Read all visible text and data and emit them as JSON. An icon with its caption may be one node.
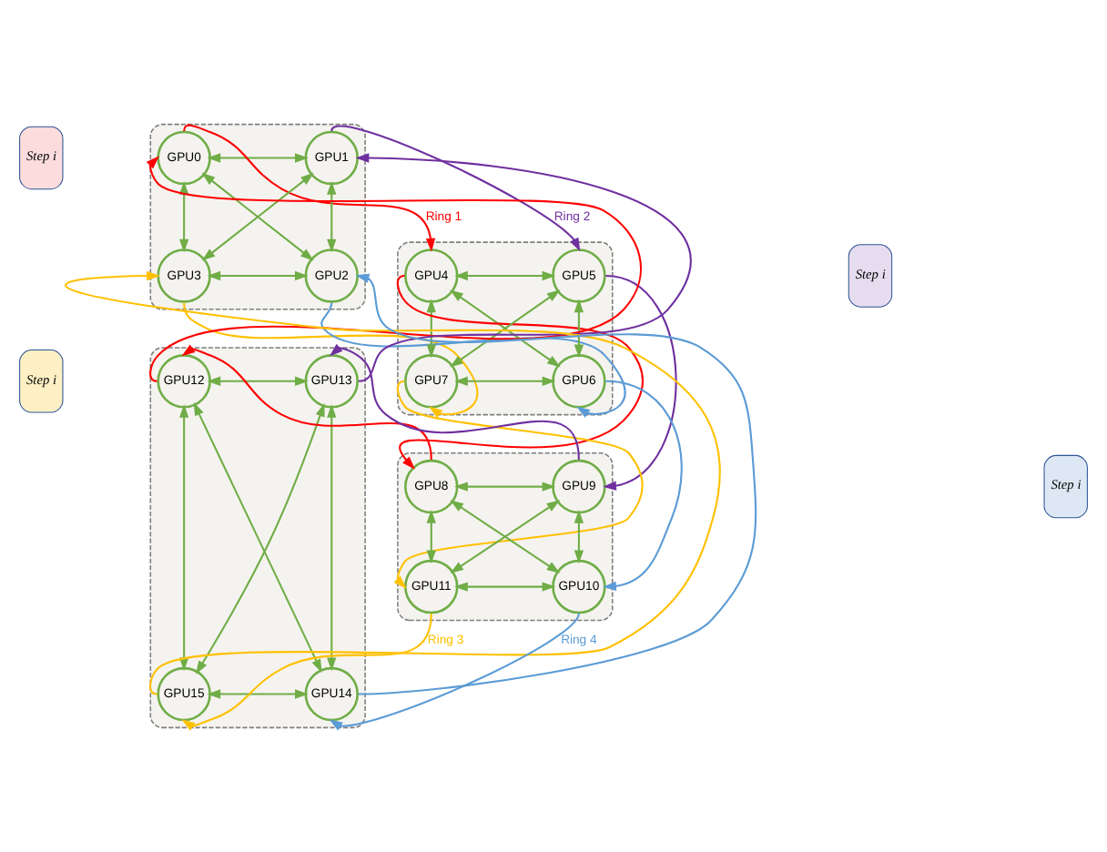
{
  "diagram": {
    "nodes": [
      {
        "text": [],
        "shape": "box"
      },
      {
        "text": [
          "GPU0"
        ],
        "in": 0
      },
      {
        "text": [
          "GPU1"
        ],
        "in": 0
      },
      {
        "text": [
          "GPU3"
        ],
        "in": 0
      },
      {
        "text": [
          "GPU2"
        ],
        "in": 0
      },
      {
        "text": [],
        "shape": "box"
      },
      {
        "text": [
          "GPU4"
        ],
        "in": 5
      },
      {
        "text": [
          "GPU5"
        ],
        "in": 5
      },
      {
        "text": [
          "GPU7"
        ],
        "in": 5
      },
      {
        "text": [
          "GPU6"
        ],
        "in": 5
      },
      {
        "text": [],
        "shape": "box"
      },
      {
        "text": [
          "GPU12"
        ],
        "in": 10
      },
      {
        "text": [
          "GPU13"
        ],
        "in": 10
      },
      {
        "text": [
          "GPU15"
        ],
        "in": 10
      },
      {
        "text": [
          "GPU14"
        ],
        "in": 10
      },
      {
        "text": [],
        "shape": "box"
      },
      {
        "text": [
          "GPU8"
        ],
        "in": 15
      },
      {
        "text": [
          "GPU9"
        ],
        "in": 15
      },
      {
        "text": [
          "GPU11"
        ],
        "in": 15
      },
      {
        "text": [
          "GPU10"
        ],
        "in": 15
      },
      {
        "text": [
          "Step i"
        ]
      },
      {
        "text": [
          "Step i"
        ]
      },
      {
        "text": [
          "Step i"
        ]
      },
      {
        "text": [
          "Step i"
        ]
      }
    ],
    "edges": [
      {
        "from": 1,
        "to": 2,
        "arrow": "both"
      },
      {
        "from": 1,
        "to": 3,
        "arrow": "both"
      },
      {
        "from": 2,
        "to": 4,
        "arrow": "both"
      },
      {
        "from": 3,
        "to": 4,
        "arrow": "both"
      },
      {
        "from": 1,
        "to": 4,
        "arrow": "both"
      },
      {
        "from": 2,
        "to": 3,
        "arrow": "both"
      },
      {
        "from": 6,
        "to": 7,
        "arrow": "both"
      },
      {
        "from": 6,
        "to": 8,
        "arrow": "both"
      },
      {
        "from": 7,
        "to": 9,
        "arrow": "both"
      },
      {
        "from": 8,
        "to": 9,
        "arrow": "both"
      },
      {
        "from": 6,
        "to": 9,
        "arrow": "both"
      },
      {
        "from": 7,
        "to": 8,
        "arrow": "both"
      },
      {
        "from": 11,
        "to": 12,
        "arrow": "both"
      },
      {
        "from": 11,
        "to": 13,
        "arrow": "both"
      },
      {
        "from": 12,
        "to": 14,
        "arrow": "both"
      },
      {
        "from": 13,
        "to": 14,
        "arrow": "both"
      },
      {
        "from": 11,
        "to": 14,
        "arrow": "both"
      },
      {
        "from": 12,
        "to": 13,
        "arrow": "both"
      },
      {
        "from": 16,
        "to": 17,
        "arrow": "both"
      },
      {
        "from": 16,
        "to": 18,
        "arrow": "both"
      },
      {
        "from": 17,
        "to": 19,
        "arrow": "both"
      },
      {
        "from": 18,
        "to": 19,
        "arrow": "both"
      },
      {
        "from": 16,
        "to": 19,
        "arrow": "both"
      },
      {
        "from": 17,
        "to": 18,
        "arrow": "both"
      },
      {
        "from": 1,
        "to": 6,
        "arrow": "to",
        "label": "Ring 1",
        "color": "#ff0000"
      },
      {
        "from": 6,
        "to": 16,
        "arrow": "to",
        "color": "#ff0000"
      },
      {
        "from": 16,
        "to": 11,
        "arrow": "to",
        "color": "#ff0000"
      },
      {
        "from": 11,
        "to": 1,
        "arrow": "to",
        "color": "#ff0000"
      },
      {
        "from": 2,
        "to": 7,
        "arrow": "to",
        "label": "Ring 2",
        "color": "#7030a0"
      },
      {
        "from": 7,
        "to": 17,
        "arrow": "to",
        "color": "#7030a0"
      },
      {
        "from": 17,
        "to": 12,
        "arrow": "to",
        "color": "#7030a0"
      },
      {
        "from": 12,
        "to": 2,
        "arrow": "to",
        "color": "#7030a0"
      },
      {
        "from": 3,
        "to": 8,
        "arrow": "to",
        "color": "#ffc000"
      },
      {
        "from": 8,
        "to": 18,
        "arrow": "to",
        "color": "#ffc000"
      },
      {
        "from": 18,
        "to": 13,
        "arrow": "to",
        "label": "Ring 3",
        "color": "#ffc000"
      },
      {
        "from": 13,
        "to": 3,
        "arrow": "to",
        "color": "#ffc000"
      },
      {
        "from": 4,
        "to": 9,
        "arrow": "to",
        "color": "#5b9bd5"
      },
      {
        "from": 9,
        "to": 19,
        "arrow": "to",
        "color": "#5b9bd5"
      },
      {
        "from": 19,
        "to": 14,
        "arrow": "to",
        "label": "Ring 4",
        "color": "#5b9bd5"
      },
      {
        "from": 14,
        "to": 4,
        "arrow": "to",
        "color": "#5b9bd5"
      }
    ]
  }
}
